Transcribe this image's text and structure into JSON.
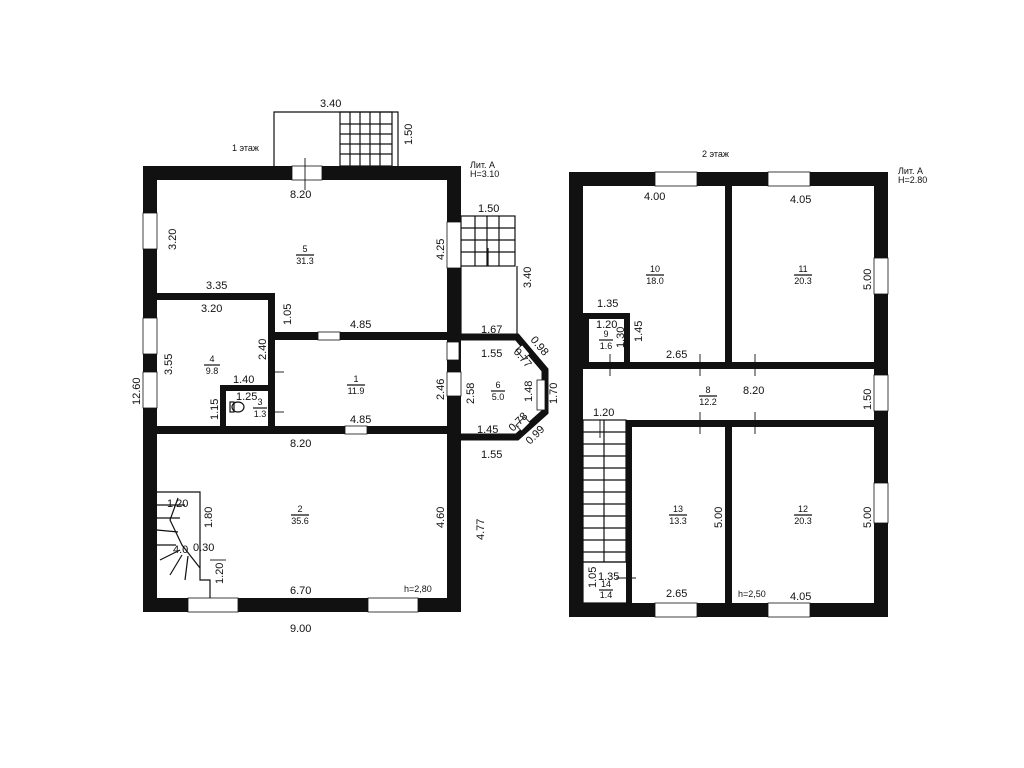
{
  "floor1": {
    "title": "1 этаж",
    "lit": "Лит. А",
    "height": "Н=3.10",
    "ceiling_note": "h=2,80",
    "rooms": [
      {
        "num": "5",
        "area": "31.3"
      },
      {
        "num": "4",
        "area": "9.8"
      },
      {
        "num": "1",
        "area": "11.9"
      },
      {
        "num": "3",
        "area": "1.3"
      },
      {
        "num": "6",
        "area": "5.0"
      },
      {
        "num": "2",
        "area": "35.6"
      }
    ],
    "dims": [
      "3.40",
      "1.50",
      "8.20",
      "3.20",
      "4.25",
      "1.50",
      "3.40",
      "3.35",
      "3.20",
      "1.05",
      "4.85",
      "1.67",
      "0.98",
      "1.55",
      "0.77",
      "3.55",
      "2.40",
      "1.40",
      "12.60",
      "1.25",
      "1.15",
      "2.46",
      "2.58",
      "1.48",
      "1.70",
      "4.85",
      "1.45",
      "0.78",
      "0.99",
      "8.20",
      "1.55",
      "1.20",
      "1.80",
      "4.60",
      "4.77",
      "4.0",
      "0.30",
      "1.20",
      "6.70",
      "9.00"
    ]
  },
  "floor2": {
    "title": "2 этаж",
    "lit": "Лит. А",
    "height": "Н=2.80",
    "ceiling_note": "h=2,50",
    "rooms": [
      {
        "num": "10",
        "area": "18.0"
      },
      {
        "num": "11",
        "area": "20.3"
      },
      {
        "num": "9",
        "area": "1.6"
      },
      {
        "num": "8",
        "area": "12.2"
      },
      {
        "num": "13",
        "area": "13.3"
      },
      {
        "num": "12",
        "area": "20.3"
      },
      {
        "num": "14",
        "area": "1.4"
      }
    ],
    "dims": [
      "4.00",
      "4.05",
      "5.00",
      "1.35",
      "1.20",
      "1.30",
      "1.45",
      "2.65",
      "8.20",
      "1.50",
      "1.20",
      "5.00",
      "5.00",
      "1.05",
      "1.35",
      "2.65",
      "4.05"
    ]
  }
}
